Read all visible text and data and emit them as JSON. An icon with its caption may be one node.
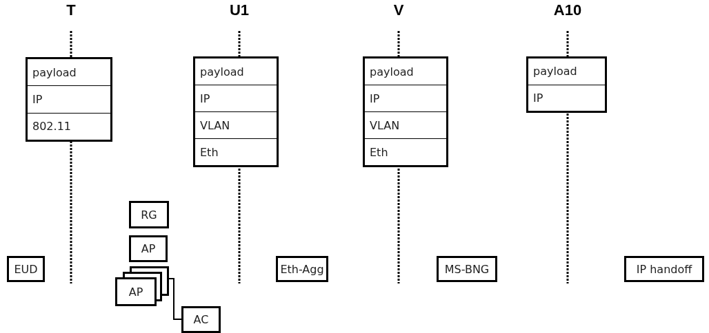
{
  "diagram": {
    "nodes": [
      {
        "text": [],
        "shape": "box"
      },
      {
        "text": [
          "payload"
        ],
        "in": 0
      },
      {
        "text": [
          "IP"
        ],
        "in": 0
      },
      {
        "text": [
          "802.11"
        ],
        "in": 0
      },
      {
        "text": [],
        "shape": "box"
      },
      {
        "text": [
          "payload"
        ],
        "in": 4
      },
      {
        "text": [
          "IP"
        ],
        "in": 4
      },
      {
        "text": [
          "VLAN"
        ],
        "in": 4
      },
      {
        "text": [
          "Eth"
        ],
        "in": 4
      },
      {
        "text": [],
        "shape": "box"
      },
      {
        "text": [
          "payload"
        ],
        "in": 9
      },
      {
        "text": [
          "IP"
        ],
        "in": 9
      },
      {
        "text": [
          "VLAN"
        ],
        "in": 9
      },
      {
        "text": [
          "Eth"
        ],
        "in": 9
      },
      {
        "text": [],
        "shape": "box"
      },
      {
        "text": [
          "payload"
        ],
        "in": 14
      },
      {
        "text": [
          "IP"
        ],
        "in": 14
      },
      {
        "text": [
          "EUD"
        ]
      },
      {
        "text": [
          "RG"
        ]
      },
      {
        "text": [
          "AP"
        ]
      },
      {
        "text": [
          "AP"
        ]
      },
      {
        "text": [
          "Eth-Agg"
        ]
      },
      {
        "text": [
          "MS-BNG"
        ]
      },
      {
        "text": [
          "IP handoff"
        ]
      },
      {
        "text": [
          "AC"
        ]
      }
    ],
    "edges": [
      {
        "from": 20,
        "to": 24,
        "arrow": "none"
      }
    ],
    "labels": [
      "T",
      "U1",
      "V",
      "A10"
    ]
  }
}
